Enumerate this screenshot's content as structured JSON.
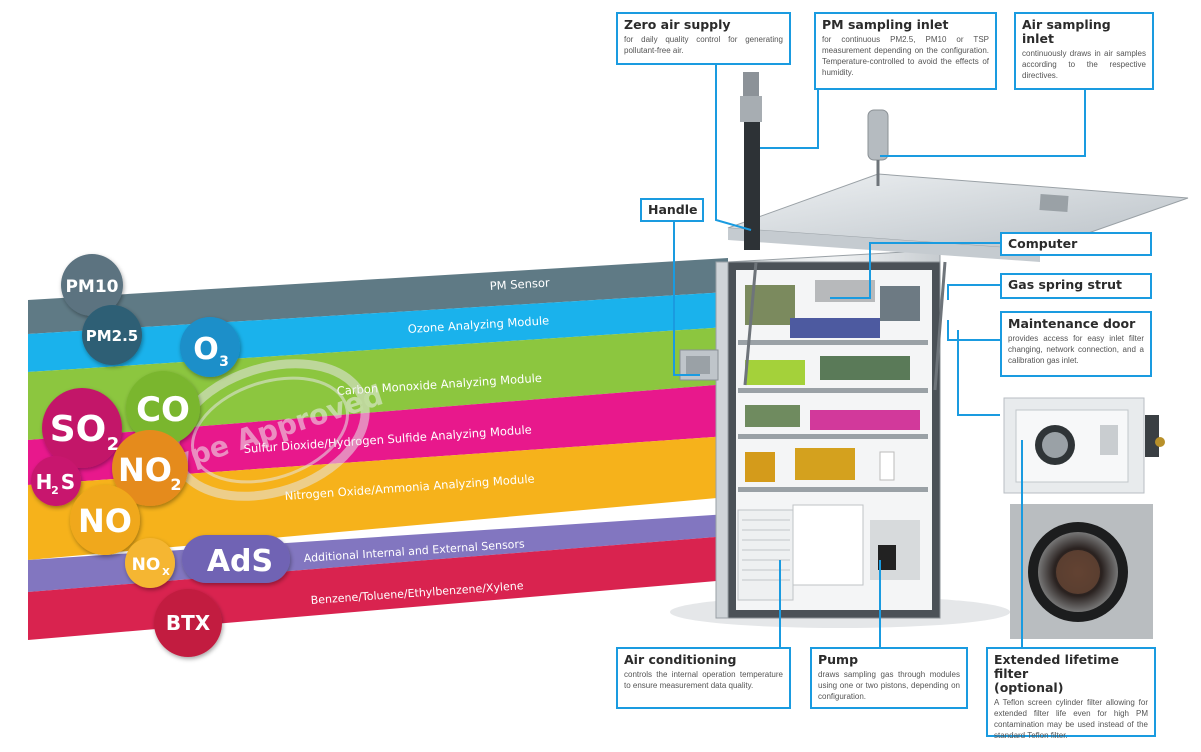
{
  "bands": [
    {
      "label": "PM Sensor",
      "color": "#5f7a85"
    },
    {
      "label": "Ozone Analyzing Module",
      "color": "#1ab2ec"
    },
    {
      "label": "Carbon Monoxide Analyzing Module",
      "color": "#8cc63f"
    },
    {
      "label": "Sulfur Dioxide/Hydrogen Sulfide Analyzing Module",
      "color": "#e8188c"
    },
    {
      "label": "Nitrogen Oxide/Ammonia Analyzing Module",
      "color": "#f6b21b"
    },
    {
      "label": "Additional Internal and External Sensors",
      "color": "#8276c0"
    },
    {
      "label": "Benzene/Toluene/Ethylbenzene/Xylene",
      "color": "#d9234f"
    }
  ],
  "bubbles": {
    "pm10": "PM10",
    "pm25": "PM2.5",
    "o3": "O",
    "o3_sub": "3",
    "co": "CO",
    "so2": "SO",
    "so2_sub": "2",
    "h2s_a": "H",
    "h2s_sub": "2",
    "h2s_b": "S",
    "no2": "NO",
    "no2_sub": "2",
    "no": "NO",
    "nox": "NO",
    "nox_sub": "X",
    "ads": "AdS",
    "btx": "BTX"
  },
  "stamp": {
    "text": "Type Approved"
  },
  "callouts": {
    "zero_air": {
      "title": "Zero air supply",
      "desc": "for daily quality control for generating pollutant-free air."
    },
    "pm_inlet": {
      "title": "PM sampling inlet",
      "desc": "for continuous PM2.5, PM10 or TSP measurement depending on the configuration. Temperature-controlled to avoid the effects of humidity."
    },
    "air_inlet": {
      "title": "Air sampling inlet",
      "desc": "continuously draws in air samples according to the respective directives."
    },
    "handle": {
      "title": "Handle"
    },
    "computer": {
      "title": "Computer"
    },
    "gas_spring": {
      "title": "Gas spring strut"
    },
    "maintenance": {
      "title": "Maintenance door",
      "desc": "provides access for easy inlet filter changing, network connection, and a calibration gas inlet."
    },
    "air_cond": {
      "title": "Air conditioning",
      "desc": "controls the internal operation temperature to ensure measurement data quality."
    },
    "pump": {
      "title": "Pump",
      "desc": "draws sampling gas through modules using one or two pistons, depending on configuration."
    },
    "filter": {
      "title": "Extended lifetime filter",
      "title2": "(optional)",
      "desc": "A Teflon screen cylinder filter allowing for extended filter life even for high PM contamination may be used instead of the standard Teflon filter."
    }
  },
  "colors": {
    "accent": "#1a9be0"
  }
}
